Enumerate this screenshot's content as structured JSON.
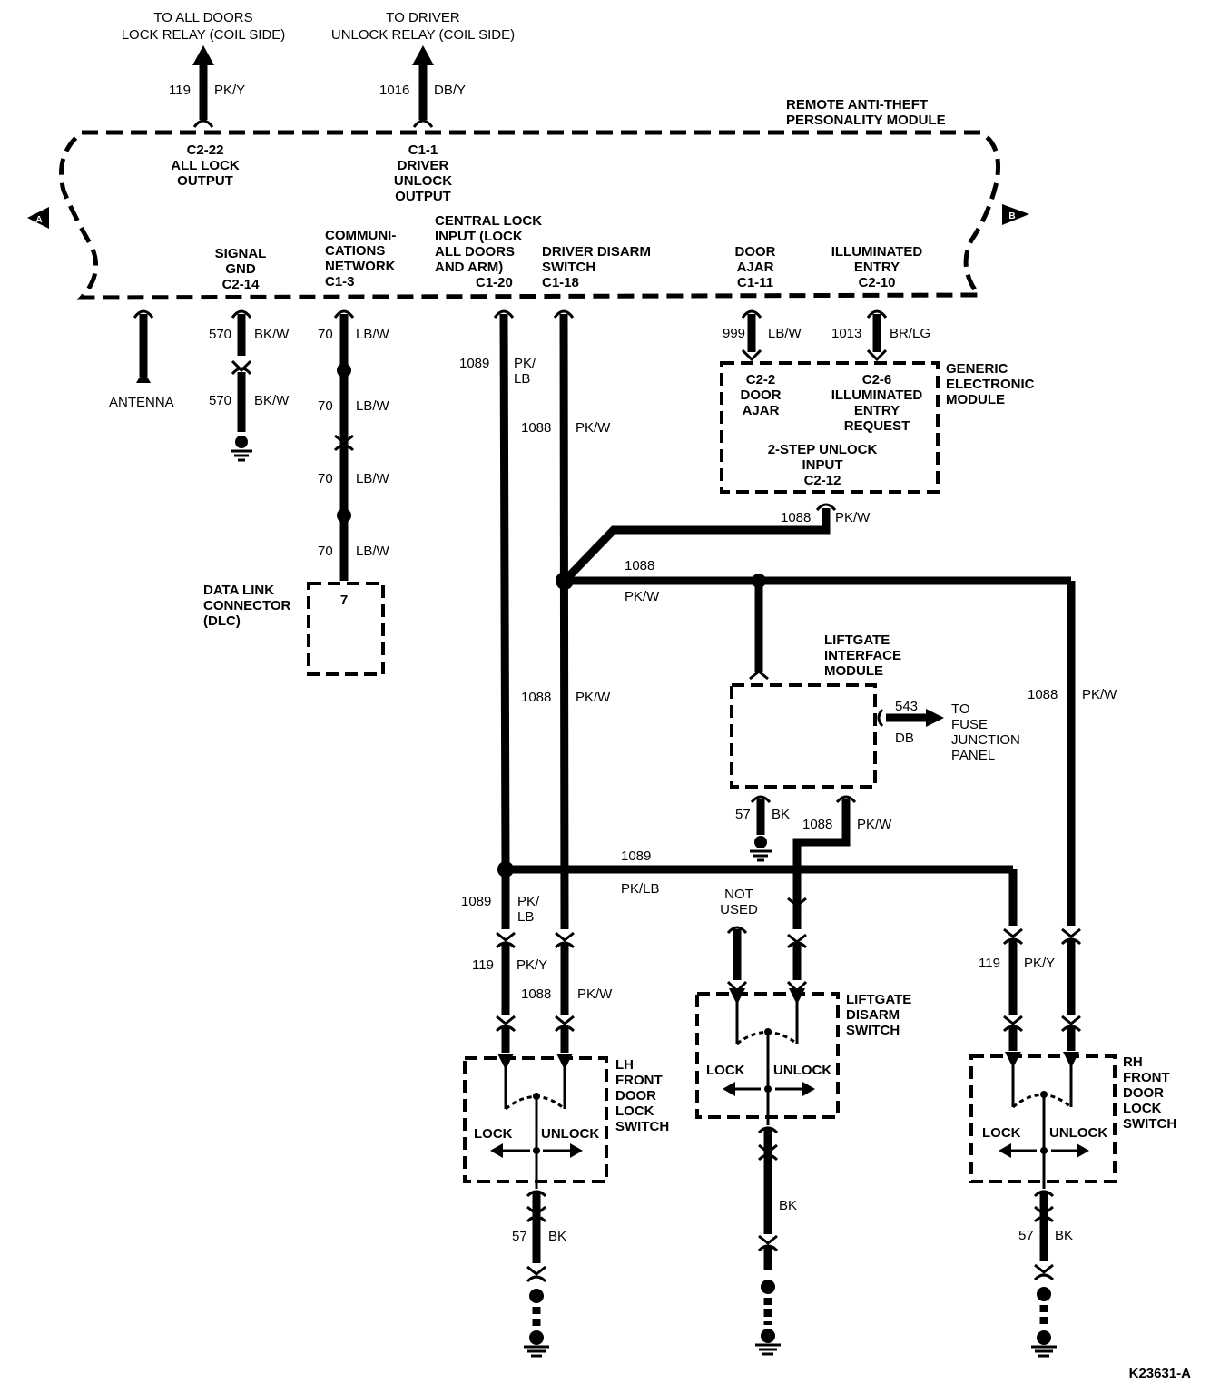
{
  "top_destinations": {
    "all_doors": [
      "TO ALL DOORS",
      "LOCK RELAY (COIL SIDE)"
    ],
    "driver": [
      "TO DRIVER",
      "UNLOCK RELAY (COIL SIDE)"
    ]
  },
  "rap_module": {
    "title": [
      "REMOTE ANTI-THEFT",
      "PERSONALITY MODULE"
    ],
    "pin_all_lock": [
      "C2-22",
      "ALL LOCK",
      "OUTPUT"
    ],
    "pin_driver_unlock": [
      "C1-1",
      "DRIVER",
      "UNLOCK",
      "OUTPUT"
    ],
    "pin_signal_gnd": [
      "SIGNAL",
      "GND",
      "C2-14"
    ],
    "pin_comm": [
      "COMMUNI-",
      "CATIONS",
      "NETWORK",
      "C1-3"
    ],
    "pin_central_lock": [
      "CENTRAL LOCK",
      "INPUT (LOCK",
      "ALL DOORS",
      "AND ARM)",
      "C1-20"
    ],
    "pin_driver_disarm": [
      "DRIVER DISARM",
      "SWITCH",
      "C1-18"
    ],
    "pin_door_ajar": [
      "DOOR",
      "AJAR",
      "C1-11"
    ],
    "pin_illum": [
      "ILLUMINATED",
      "ENTRY",
      "C2-10"
    ]
  },
  "page_refs": {
    "left": "A",
    "right": "B"
  },
  "circuits": {
    "c119": "119",
    "pky": "PK/Y",
    "c1016": "1016",
    "dby": "DB/Y",
    "c570": "570",
    "bkw": "BK/W",
    "c70": "70",
    "lbw": "LB/W",
    "c1089": "1089",
    "pklb_stack": [
      "PK/",
      "LB"
    ],
    "pklb": "PK/LB",
    "c1088": "1088",
    "pkw": "PK/W",
    "c999": "999",
    "c1013": "1013",
    "brlg": "BR/LG",
    "c543": "543",
    "db": "DB",
    "c57": "57",
    "bk": "BK"
  },
  "antenna": "ANTENNA",
  "dlc": {
    "label": [
      "DATA LINK",
      "CONNECTOR",
      "(DLC)"
    ],
    "pin": "7"
  },
  "gem": {
    "title": [
      "GENERIC",
      "ELECTRONIC",
      "MODULE"
    ],
    "pin_door_ajar": [
      "C2-2",
      "DOOR",
      "AJAR"
    ],
    "pin_illum": [
      "C2-6",
      "ILLUMINATED",
      "ENTRY",
      "REQUEST"
    ],
    "pin_unlock": [
      "2-STEP UNLOCK",
      "INPUT",
      "C2-12"
    ]
  },
  "liftgate_interface": [
    "LIFTGATE",
    "INTERFACE",
    "MODULE"
  ],
  "fuse_panel": [
    "TO",
    "FUSE",
    "JUNCTION",
    "PANEL"
  ],
  "not_used": [
    "NOT",
    "USED"
  ],
  "liftgate_disarm": [
    "LIFTGATE",
    "DISARM",
    "SWITCH"
  ],
  "lh_switch": [
    "LH",
    "FRONT",
    "DOOR",
    "LOCK",
    "SWITCH"
  ],
  "rh_switch": [
    "RH",
    "FRONT",
    "DOOR",
    "LOCK",
    "SWITCH"
  ],
  "sw_lock": "LOCK",
  "sw_unlock": "UNLOCK",
  "figure_id": "K23631-A"
}
